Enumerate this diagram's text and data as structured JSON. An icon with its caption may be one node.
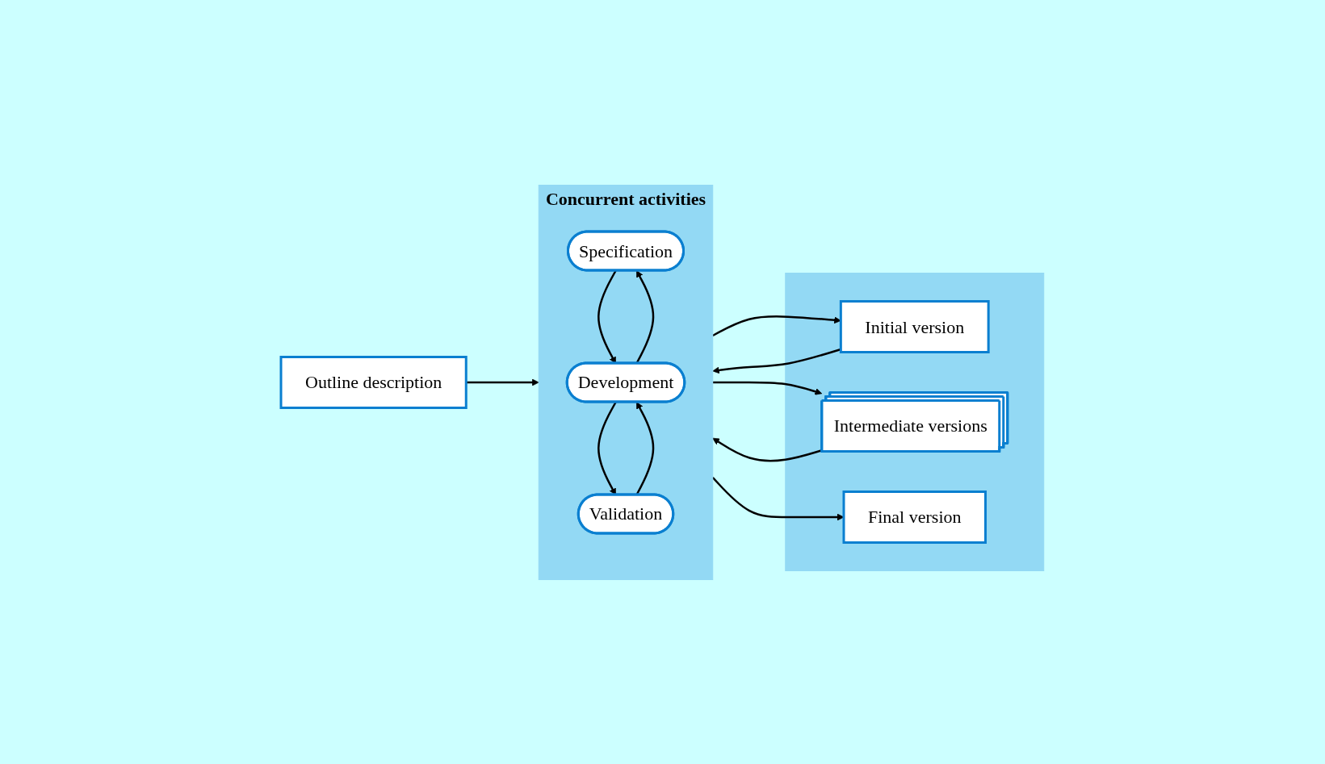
{
  "diagram": {
    "nodes": [
      {
        "text": [
          "Outline description"
        ]
      },
      {
        "text": [
          "Concurrent activities"
        ]
      },
      {
        "text": [
          "Specification"
        ],
        "in": 1
      },
      {
        "text": [
          "Development"
        ],
        "in": 1
      },
      {
        "text": [
          "Validation"
        ],
        "in": 1
      },
      {
        "text": [],
        "shape": "box"
      },
      {
        "text": [
          "Initial version"
        ],
        "in": 5
      },
      {
        "text": [
          "Intermediate versions"
        ],
        "in": 5
      },
      {
        "text": [
          "Final version"
        ],
        "in": 5
      }
    ],
    "edges": [
      {
        "from": 0,
        "to": 1,
        "arrow": "to"
      },
      {
        "from": 3,
        "to": 2,
        "arrow": "to"
      },
      {
        "from": 2,
        "to": 3,
        "arrow": "to"
      },
      {
        "from": 4,
        "to": 3,
        "arrow": "to"
      },
      {
        "from": 3,
        "to": 4,
        "arrow": "to"
      },
      {
        "from": 1,
        "to": 6,
        "arrow": "to"
      },
      {
        "from": 6,
        "to": 1,
        "arrow": "to"
      },
      {
        "from": 1,
        "to": 7,
        "arrow": "to"
      },
      {
        "from": 7,
        "to": 1,
        "arrow": "to"
      },
      {
        "from": 1,
        "to": 8,
        "arrow": "to"
      }
    ]
  }
}
